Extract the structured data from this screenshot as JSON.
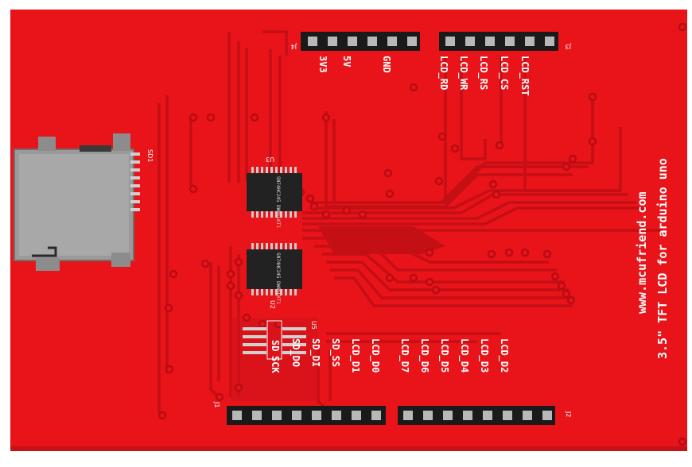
{
  "board": {
    "title_line1": "www.mcufriend.com",
    "title_line2": "3.5\" TFT LCD for arduino uno",
    "colors": {
      "pcb": "#e8141a",
      "trace": "#c40f14",
      "silk": "#ffffff",
      "header": "#1a1a1a",
      "pin": "#b8b8b8"
    }
  },
  "headers": {
    "j4": {
      "ref": "J4",
      "labels": [
        "3V3",
        "5V",
        "GND"
      ]
    },
    "j3": {
      "ref": "J3",
      "labels": [
        "LCD_RD",
        "LCD_WR",
        "LCD_RS",
        "LCD_CS",
        "LCD_RST"
      ]
    },
    "j1": {
      "ref": "J1"
    },
    "j2": {
      "ref": "J2",
      "labels": [
        "SD_DO",
        "SD_DI",
        "SD_SS",
        "LCD_D1",
        "LCD_D0",
        "LCD_D7",
        "LCD_D6",
        "LCD_D5",
        "LCD_D4",
        "LCD_D3",
        "LCD_D2"
      ]
    },
    "sd_labels": [
      "SD",
      "SCK"
    ]
  },
  "chips": {
    "u3": {
      "ref": "U3",
      "marking": "SN74HC245 DW0SLKT1"
    },
    "u2": {
      "ref": "U2",
      "marking": "SN74HC245 DW0SLKT1"
    },
    "u5": {
      "ref": "U5"
    }
  },
  "sd_slot": {
    "ref": "SD1"
  }
}
